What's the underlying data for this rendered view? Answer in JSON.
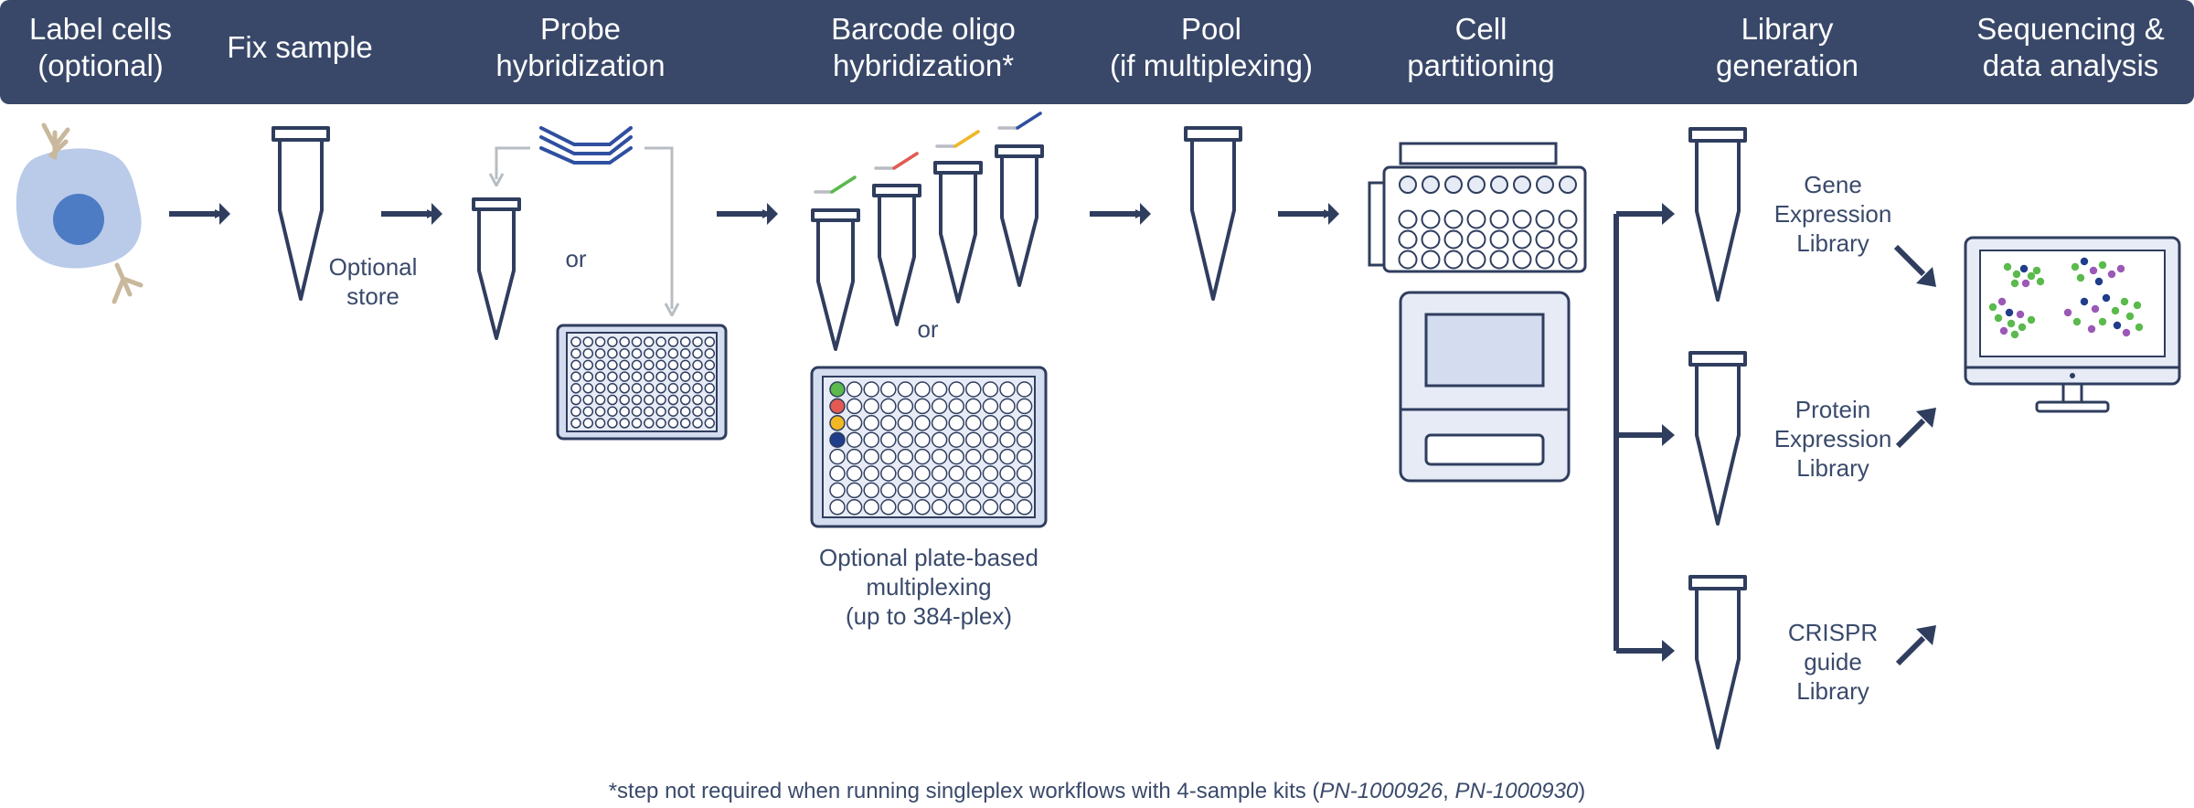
{
  "header": {
    "steps": [
      {
        "line1": "Label cells",
        "line2": "(optional)"
      },
      {
        "line1": "Fix sample",
        "line2": ""
      },
      {
        "line1": "Probe",
        "line2": "hybridization"
      },
      {
        "line1": "Barcode oligo",
        "line2": "hybridization*"
      },
      {
        "line1": "Pool",
        "line2": "(if multiplexing)"
      },
      {
        "line1": "Cell",
        "line2": "partitioning"
      },
      {
        "line1": "Library",
        "line2": "generation"
      },
      {
        "line1": "Sequencing &",
        "line2": "data analysis"
      }
    ]
  },
  "labels": {
    "optional_store": [
      "Optional",
      "store"
    ],
    "or_probe": "or",
    "or_barcode": "or",
    "plate_multiplexing": [
      "Optional plate-based",
      "multiplexing",
      "(up to 384-plex)"
    ]
  },
  "libraries": [
    {
      "lines": [
        "Gene",
        "Expression",
        "Library"
      ]
    },
    {
      "lines": [
        "Protein",
        "Expression",
        "Library"
      ]
    },
    {
      "lines": [
        "CRISPR",
        "guide",
        "Library"
      ]
    }
  ],
  "footnote": {
    "text": "*step not required when running singleplex workflows with 4-sample kits (",
    "pn1": "PN-1000926",
    "sep": ", ",
    "pn2": "PN-1000930",
    "close": ")"
  },
  "colors": {
    "header_bg": "#394869",
    "navy": "#2f3d5e",
    "tube_liquid": "#d4dcf0",
    "cell_body": "#b9cbe9",
    "nucleus": "#4e7cc4",
    "antibody": "#c9b89c",
    "probe_blue": "#2f4fa0",
    "gray_arrow": "#b8bcc3",
    "green": "#5aba4c",
    "red": "#e25a52",
    "yellow": "#f2b824",
    "purple": "#9b59b6",
    "dark_blue": "#1f3d8a"
  }
}
